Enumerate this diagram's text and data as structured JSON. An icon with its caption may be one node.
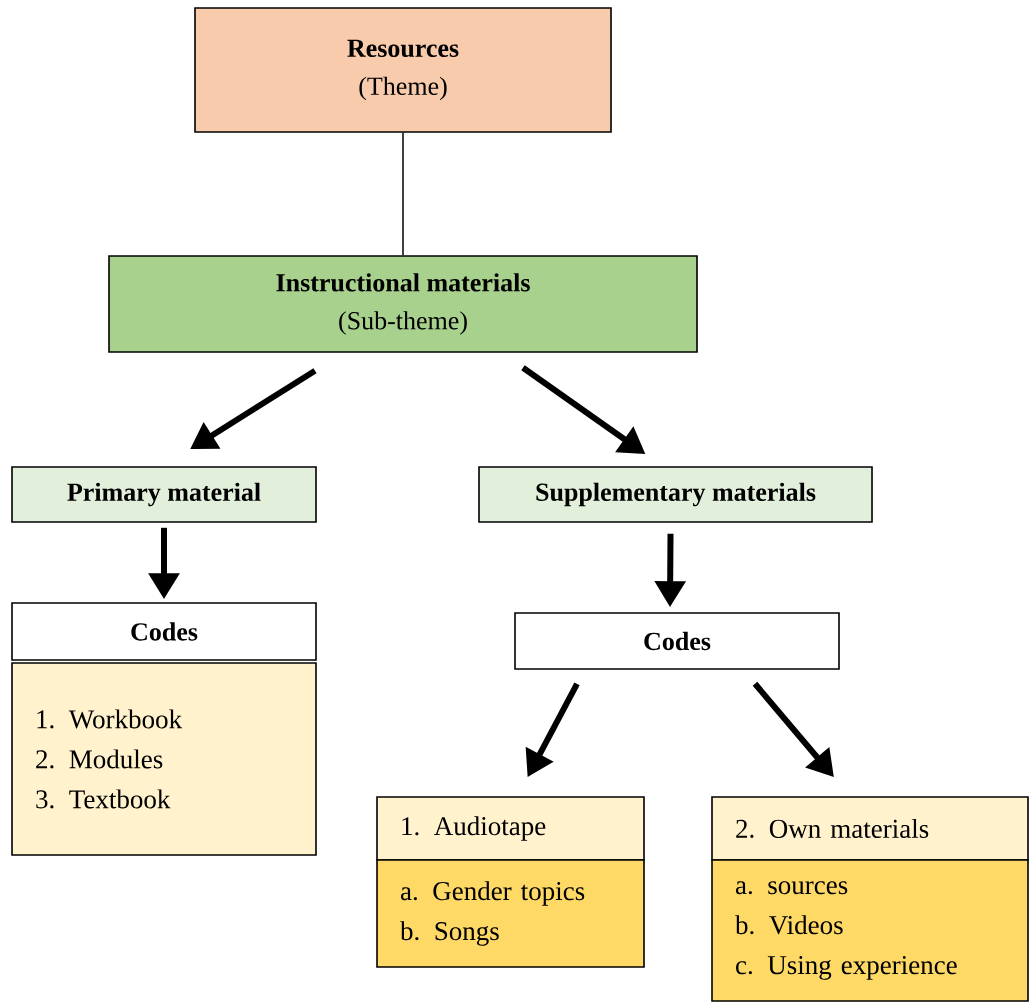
{
  "diagram": {
    "nodes": [
      {
        "text": [
          "Resources",
          "(Theme)"
        ]
      },
      {
        "text": [
          "Instructional materials",
          "(Sub-theme)"
        ]
      },
      {
        "text": [
          "Primary material"
        ]
      },
      {
        "text": [
          "Supplementary materials"
        ]
      },
      {
        "text": [
          "Codes"
        ]
      },
      {
        "text": [
          "1. Workbook",
          "2. Modules",
          "3. Textbook"
        ]
      },
      {
        "text": [
          "Codes"
        ]
      },
      {
        "text": [
          "1. Audiotape"
        ]
      },
      {
        "text": [
          "a. Gender topics",
          "b. Songs"
        ]
      },
      {
        "text": [
          "2. Own materials"
        ]
      },
      {
        "text": [
          "a. sources",
          "b. Videos",
          "c. Using experience"
        ]
      }
    ],
    "edges": [
      {
        "from": 0,
        "to": 1,
        "arrow": "none"
      },
      {
        "from": 1,
        "to": 2,
        "arrow": "to"
      },
      {
        "from": 1,
        "to": 3,
        "arrow": "to"
      },
      {
        "from": 2,
        "to": 4,
        "arrow": "to"
      },
      {
        "from": 3,
        "to": 6,
        "arrow": "to"
      },
      {
        "from": 6,
        "to": 7,
        "arrow": "to"
      },
      {
        "from": 6,
        "to": 9,
        "arrow": "to"
      }
    ]
  }
}
